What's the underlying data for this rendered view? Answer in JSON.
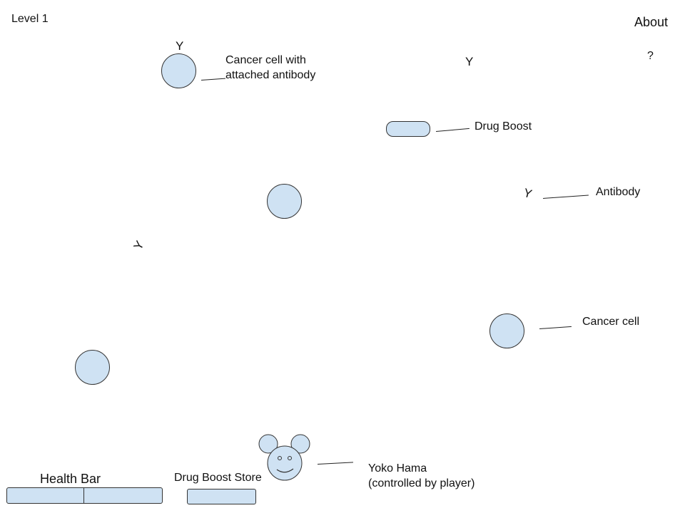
{
  "hud": {
    "level_label": "Level 1",
    "about_label": "About",
    "help_label": "?"
  },
  "labels": {
    "cancer_with_antibody_line1": "Cancer cell with",
    "cancer_with_antibody_line2": "attached antibody",
    "drug_boost": "Drug Boost",
    "antibody": "Antibody",
    "cancer_cell": "Cancer cell",
    "player_line1": "Yoko Hama",
    "player_line2": "(controlled by player)",
    "health_bar": "Health Bar",
    "drug_boost_store": "Drug Boost Store"
  },
  "antibody_glyph": "Y",
  "colors": {
    "cell_fill": "#cfe2f3",
    "outline": "#333333",
    "background": "#ffffff"
  }
}
